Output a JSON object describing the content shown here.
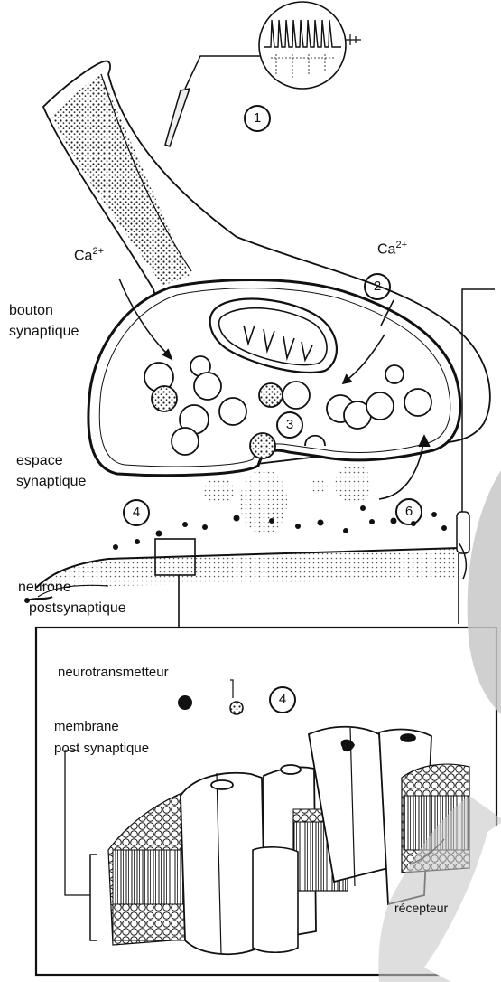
{
  "labels": {
    "ca_left": "Ca",
    "ca_left_sup": "2+",
    "ca_right": "Ca",
    "ca_right_sup": "2+",
    "bouton_line1": "bouton",
    "bouton_line2": "synaptique",
    "espace_line1": "espace",
    "espace_line2": "synaptique",
    "neurone_line1": "neurone",
    "neurone_line2": "postsynaptique",
    "neurotransmetteur": "neurotransmetteur",
    "membrane_line1": "membrane",
    "membrane_line2": "post synaptique",
    "recepteur": "récepteur"
  },
  "step_numbers": [
    "1",
    "2",
    "3",
    "4",
    "6",
    "4"
  ],
  "colors": {
    "ink": "#111111",
    "background": "#ffffff",
    "shading": "#3a3a3a"
  }
}
